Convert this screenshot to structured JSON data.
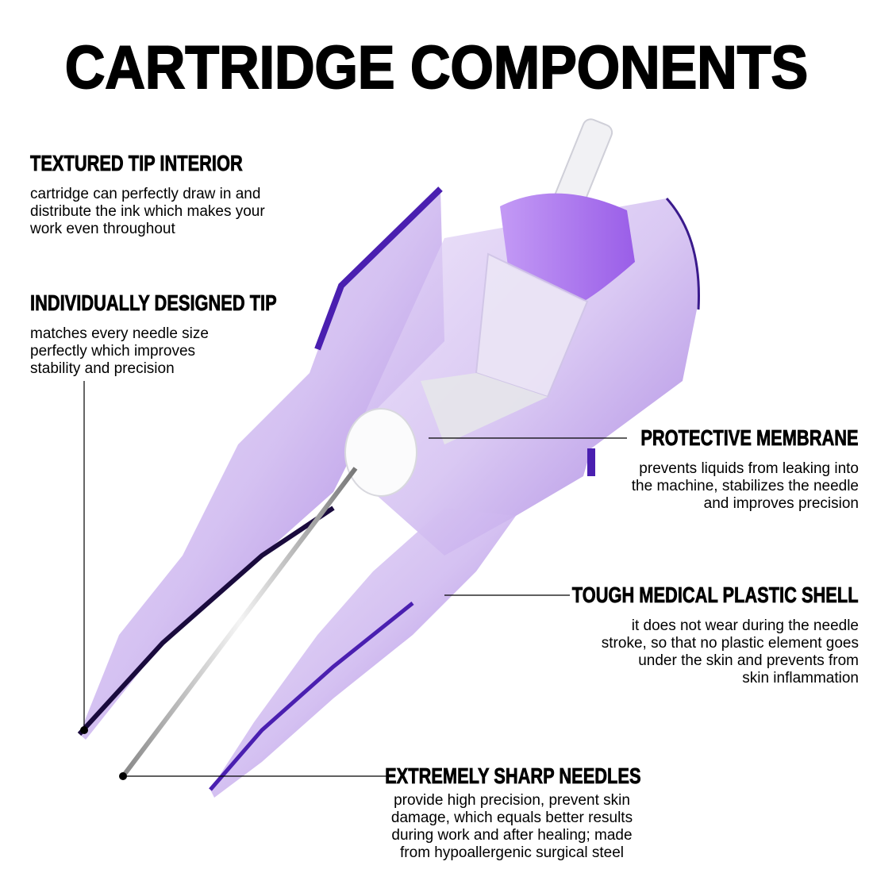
{
  "title": "CARTRIDGE COMPONENTS",
  "features": {
    "textured_tip": {
      "heading": "TEXTURED TIP INTERIOR",
      "description": "cartridge can perfectly draw in and\ndistribute the ink which makes your\nwork even throughout"
    },
    "individual_tip": {
      "heading": "INDIVIDUALLY DESIGNED TIP",
      "description": "matches every needle size\nperfectly which improves\nstability and precision"
    },
    "membrane": {
      "heading": "PROTECTIVE MEMBRANE",
      "description": "prevents liquids from leaking into\nthe machine, stabilizes the needle\nand improves precision"
    },
    "shell": {
      "heading": "TOUGH MEDICAL PLASTIC SHELL",
      "description": "it does not wear during the needle\nstroke, so that no plastic element goes\nunder the skin and prevents from\nskin inflammation"
    },
    "needles": {
      "heading": "EXTREMELY SHARP NEEDLES",
      "description": "provide high precision, prevent skin\ndamage, which equals better results\nduring work and after healing; made\nfrom hypoallergenic surgical steel"
    }
  },
  "colors": {
    "shell_light": "#d9c9ef",
    "shell_dark": "#5a2bb8",
    "cap_purple": "#a56ff0",
    "text": "#000000"
  }
}
